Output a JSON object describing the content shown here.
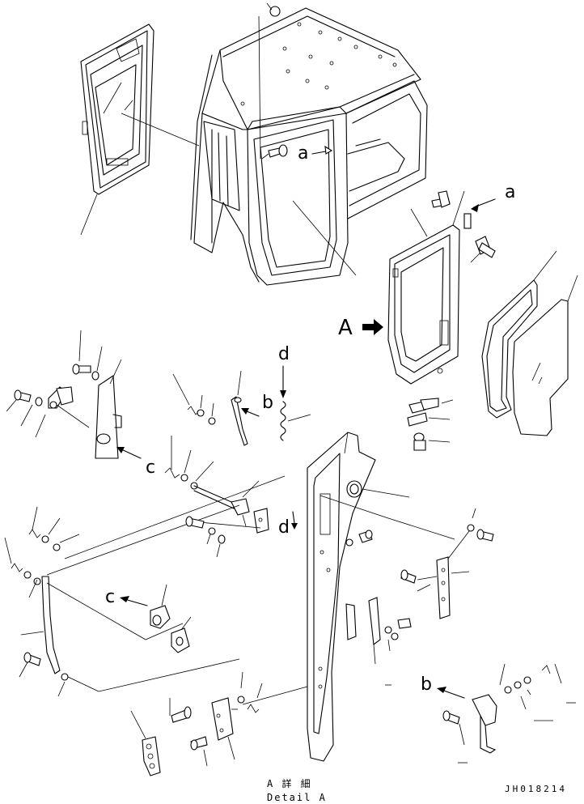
{
  "diagram": {
    "callouts": {
      "a_top": "a",
      "a_right": "a",
      "A_detail": "A",
      "b_upper": "b",
      "b_lower": "b",
      "c_upper": "c",
      "c_lower": "c",
      "d_upper": "d",
      "d_lower": "d"
    },
    "caption": {
      "line1": "A 詳 細",
      "line2": "Detail A"
    },
    "drawing_code": "JH018214",
    "icons": [
      "arrow-icon",
      "filled-arrow-icon"
    ]
  }
}
